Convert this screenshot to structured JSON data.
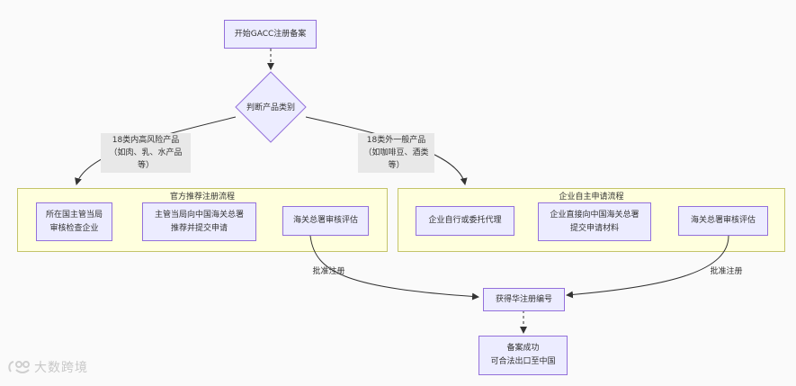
{
  "nodes": {
    "start": "开始GACC注册备案",
    "decision": "判断产品类别",
    "a1": "所在国主管当局\n审核检查企业",
    "a2": "主管当局向中国海关总署\n推荐并提交申请",
    "a3": "海关总署审核评估",
    "b1": "企业自行或委托代理",
    "b2": "企业直接向中国海关总署\n提交申请材料",
    "b3": "海关总署审核评估",
    "reg": "获得华注册编号",
    "done": "备案成功\n可合法出口至中国"
  },
  "clusters": {
    "left_title": "官方推荐注册流程",
    "right_title": "企业自主申请流程"
  },
  "edge_labels": {
    "left_branch": "18类内高风险产品\n（如肉、乳、水产品等）",
    "right_branch": "18类外一般产品\n（如咖啡豆、酒类等）",
    "approve_left": "批准注册",
    "approve_right": "批准注册"
  },
  "watermark": "大数跨境",
  "colors": {
    "node_fill": "#ececff",
    "node_border": "#9370db",
    "cluster_fill": "#ffffde",
    "cluster_border": "#c4c46a",
    "edge": "#333333",
    "label_bg": "#e8e8e8"
  }
}
